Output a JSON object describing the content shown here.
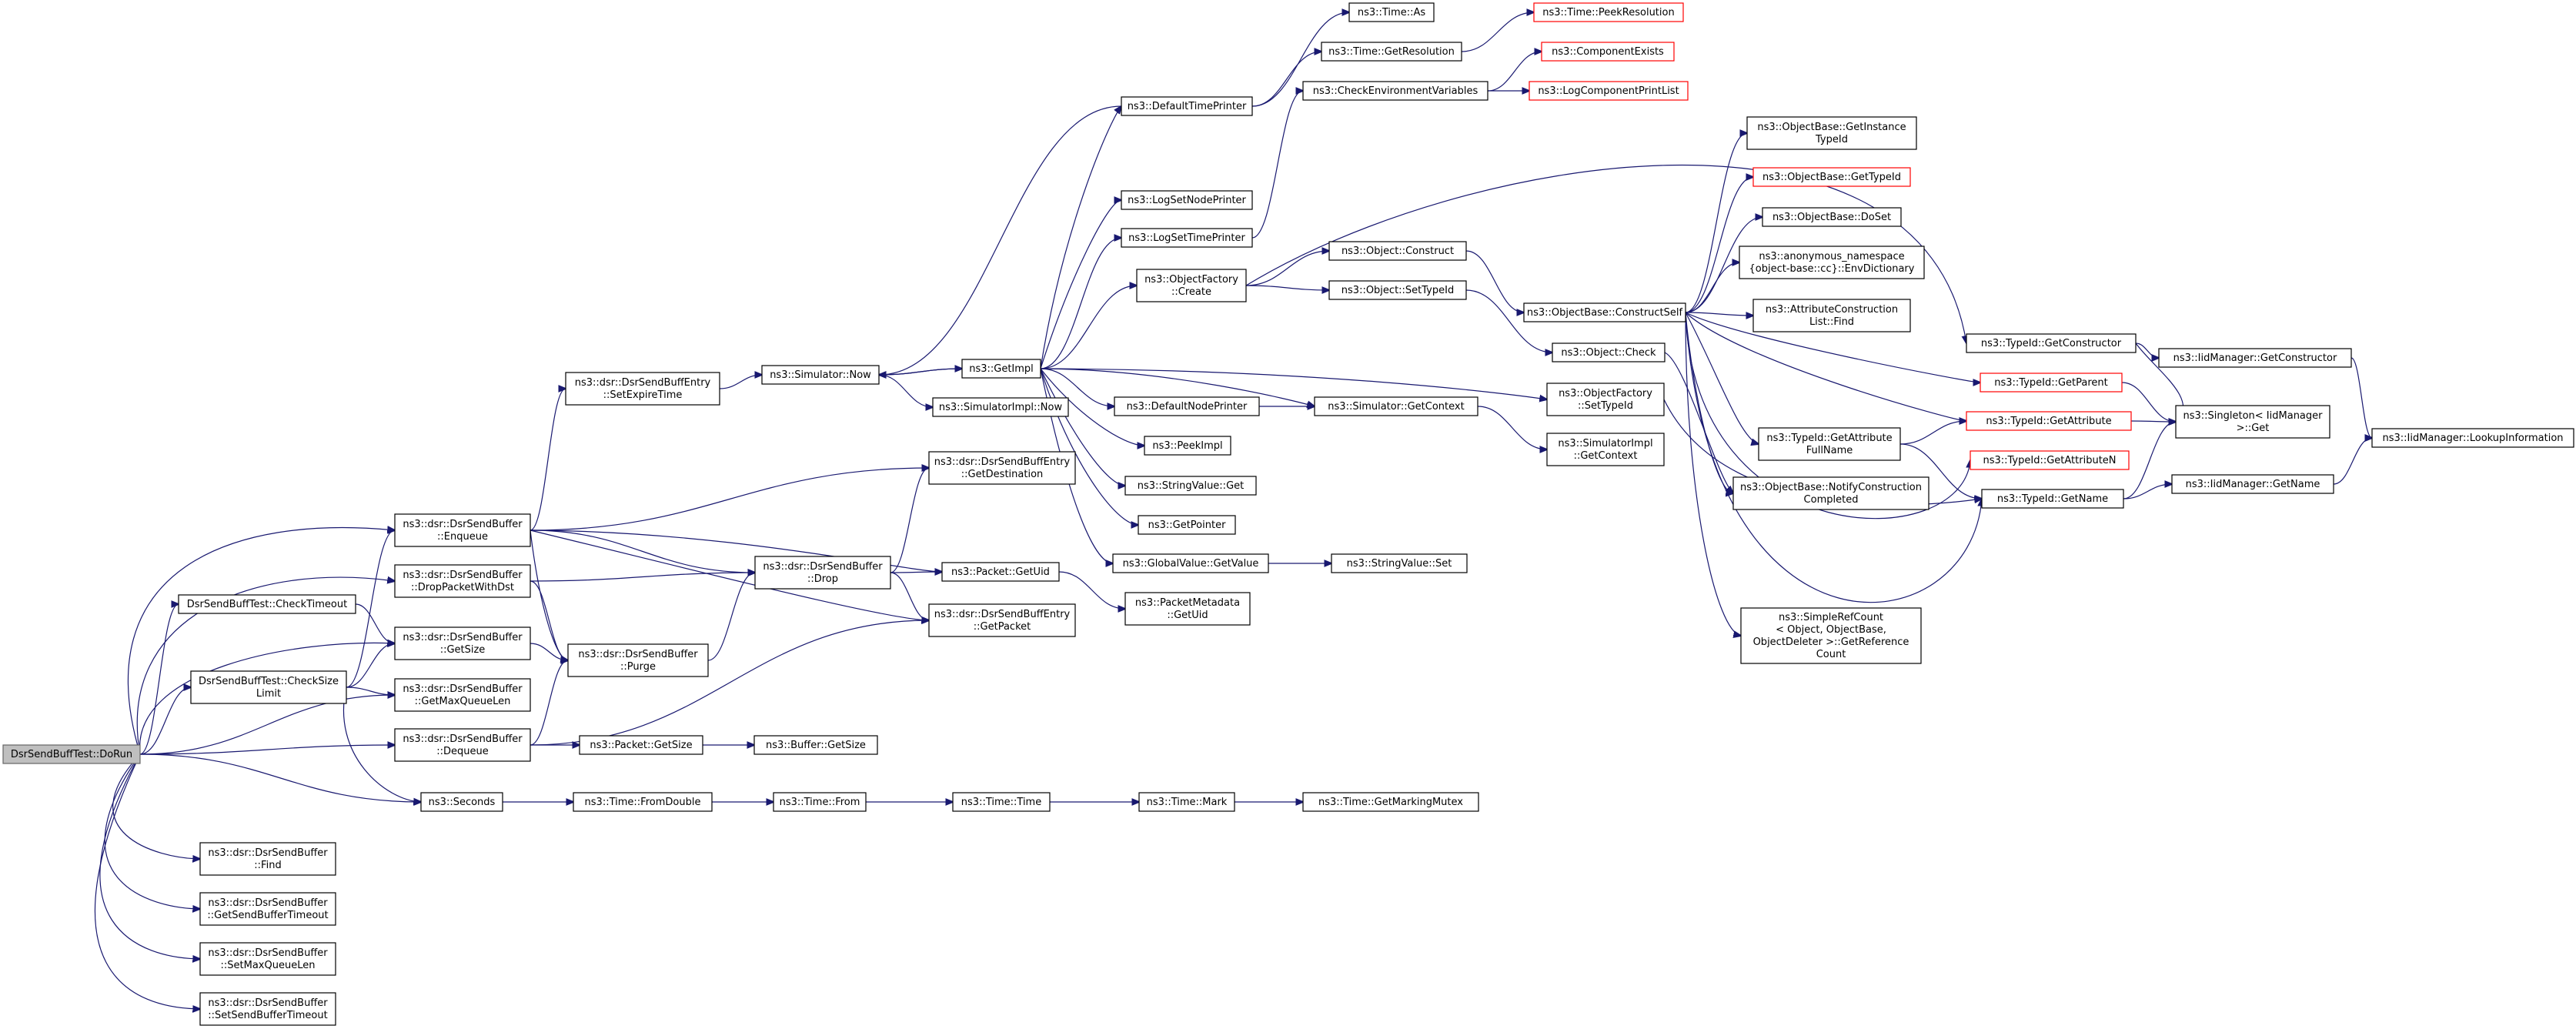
{
  "diagram": {
    "colors": {
      "edge": "#191970",
      "node_border": "#000000",
      "node_missing_border": "#ff0000",
      "root_fill": "#bfbfbf",
      "root_border": "#666666",
      "background": "#ffffff"
    },
    "nodes": [
      {
        "id": "dorun",
        "lines": [
          "DsrSendBuffTest::DoRun"
        ],
        "style": "root"
      },
      {
        "id": "checktimeout",
        "lines": [
          "DsrSendBuffTest::CheckTimeout"
        ]
      },
      {
        "id": "checksizelimit",
        "lines": [
          "DsrSendBuffTest::CheckSize",
          "Limit"
        ]
      },
      {
        "id": "enqueue",
        "lines": [
          "ns3::dsr::DsrSendBuffer",
          "::Enqueue"
        ]
      },
      {
        "id": "droppacketwithdst",
        "lines": [
          "ns3::dsr::DsrSendBuffer",
          "::DropPacketWithDst"
        ]
      },
      {
        "id": "getsize",
        "lines": [
          "ns3::dsr::DsrSendBuffer",
          "::GetSize"
        ]
      },
      {
        "id": "getmaxqueuelen",
        "lines": [
          "ns3::dsr::DsrSendBuffer",
          "::GetMaxQueueLen"
        ]
      },
      {
        "id": "dequeue",
        "lines": [
          "ns3::dsr::DsrSendBuffer",
          "::Dequeue"
        ]
      },
      {
        "id": "seconds",
        "lines": [
          "ns3::Seconds"
        ]
      },
      {
        "id": "find",
        "lines": [
          "ns3::dsr::DsrSendBuffer",
          "::Find"
        ]
      },
      {
        "id": "getsendbuffertimeout",
        "lines": [
          "ns3::dsr::DsrSendBuffer",
          "::GetSendBufferTimeout"
        ]
      },
      {
        "id": "setmaxqueuelen",
        "lines": [
          "ns3::dsr::DsrSendBuffer",
          "::SetMaxQueueLen"
        ]
      },
      {
        "id": "setsendbuffertimeout",
        "lines": [
          "ns3::dsr::DsrSendBuffer",
          "::SetSendBufferTimeout"
        ]
      },
      {
        "id": "setexpiretime",
        "lines": [
          "ns3::dsr::DsrSendBuffEntry",
          "::SetExpireTime"
        ]
      },
      {
        "id": "purge",
        "lines": [
          "ns3::dsr::DsrSendBuffer",
          "::Purge"
        ]
      },
      {
        "id": "drop",
        "lines": [
          "ns3::dsr::DsrSendBuffer",
          "::Drop"
        ]
      },
      {
        "id": "simnow",
        "lines": [
          "ns3::Simulator::Now"
        ]
      },
      {
        "id": "packetgetsize",
        "lines": [
          "ns3::Packet::GetSize"
        ]
      },
      {
        "id": "timefromdouble",
        "lines": [
          "ns3::Time::FromDouble"
        ]
      },
      {
        "id": "simimplnow",
        "lines": [
          "ns3::SimulatorImpl::Now"
        ]
      },
      {
        "id": "getdestination",
        "lines": [
          "ns3::dsr::DsrSendBuffEntry",
          "::GetDestination"
        ]
      },
      {
        "id": "packetgetuid",
        "lines": [
          "ns3::Packet::GetUid"
        ]
      },
      {
        "id": "getpacket",
        "lines": [
          "ns3::dsr::DsrSendBuffEntry",
          "::GetPacket"
        ]
      },
      {
        "id": "buffergetsize",
        "lines": [
          "ns3::Buffer::GetSize"
        ]
      },
      {
        "id": "timefrom",
        "lines": [
          "ns3::Time::From"
        ]
      },
      {
        "id": "getimpl",
        "lines": [
          "ns3::GetImpl"
        ]
      },
      {
        "id": "pmgetuid",
        "lines": [
          "ns3::PacketMetadata",
          "::GetUid"
        ]
      },
      {
        "id": "timetime",
        "lines": [
          "ns3::Time::Time"
        ]
      },
      {
        "id": "defaulttimeprinter",
        "lines": [
          "ns3::DefaultTimePrinter"
        ]
      },
      {
        "id": "logsetnodeprinter",
        "lines": [
          "ns3::LogSetNodePrinter"
        ]
      },
      {
        "id": "logsettimeprinter",
        "lines": [
          "ns3::LogSetTimePrinter"
        ]
      },
      {
        "id": "objfactorycreate",
        "lines": [
          "ns3::ObjectFactory",
          "::Create"
        ]
      },
      {
        "id": "defaultnodeprinter",
        "lines": [
          "ns3::DefaultNodePrinter"
        ]
      },
      {
        "id": "peekimpl",
        "lines": [
          "ns3::PeekImpl"
        ]
      },
      {
        "id": "stringvalueget",
        "lines": [
          "ns3::StringValue::Get"
        ]
      },
      {
        "id": "getpointer",
        "lines": [
          "ns3::GetPointer"
        ]
      },
      {
        "id": "globalvaluegetvalue",
        "lines": [
          "ns3::GlobalValue::GetValue"
        ]
      },
      {
        "id": "timemark",
        "lines": [
          "ns3::Time::Mark"
        ]
      },
      {
        "id": "timeas",
        "lines": [
          "ns3::Time::As"
        ]
      },
      {
        "id": "timegetresolution",
        "lines": [
          "ns3::Time::GetResolution"
        ]
      },
      {
        "id": "checkenvvars",
        "lines": [
          "ns3::CheckEnvironmentVariables"
        ]
      },
      {
        "id": "objectconstruct",
        "lines": [
          "ns3::Object::Construct"
        ]
      },
      {
        "id": "objectsettypeid",
        "lines": [
          "ns3::Object::SetTypeId"
        ]
      },
      {
        "id": "simgetcontext",
        "lines": [
          "ns3::Simulator::GetContext"
        ]
      },
      {
        "id": "stringvalueset",
        "lines": [
          "ns3::StringValue::Set"
        ]
      },
      {
        "id": "timegetmarkingmutex",
        "lines": [
          "ns3::Time::GetMarkingMutex"
        ]
      },
      {
        "id": "timepeekresolution",
        "lines": [
          "ns3::Time::PeekResolution"
        ],
        "style": "red"
      },
      {
        "id": "componentexists",
        "lines": [
          "ns3::ComponentExists"
        ],
        "style": "red"
      },
      {
        "id": "logcomponentprintlist",
        "lines": [
          "ns3::LogComponentPrintList"
        ],
        "style": "red"
      },
      {
        "id": "constructself",
        "lines": [
          "ns3::ObjectBase::ConstructSelf"
        ]
      },
      {
        "id": "objectcheck",
        "lines": [
          "ns3::Object::Check"
        ]
      },
      {
        "id": "objfactorysettypeid",
        "lines": [
          "ns3::ObjectFactory",
          "::SetTypeId"
        ]
      },
      {
        "id": "simimplgetcontext",
        "lines": [
          "ns3::SimulatorImpl",
          "::GetContext"
        ]
      },
      {
        "id": "getinstancetypeid",
        "lines": [
          "ns3::ObjectBase::GetInstance",
          "TypeId"
        ]
      },
      {
        "id": "objbasegettypeid",
        "lines": [
          "ns3::ObjectBase::GetTypeId"
        ],
        "style": "red"
      },
      {
        "id": "objbasedoset",
        "lines": [
          "ns3::ObjectBase::DoSet"
        ]
      },
      {
        "id": "envdictionary",
        "lines": [
          "ns3::anonymous_namespace",
          "{object-base::cc}::EnvDictionary"
        ]
      },
      {
        "id": "attrconstructfind",
        "lines": [
          "ns3::AttributeConstruction",
          "List::Find"
        ]
      },
      {
        "id": "getattributefullname",
        "lines": [
          "ns3::TypeId::GetAttribute",
          "FullName"
        ]
      },
      {
        "id": "notifyconstructioncompleted",
        "lines": [
          "ns3::ObjectBase::NotifyConstruction",
          "Completed"
        ]
      },
      {
        "id": "simplerefcount",
        "lines": [
          "ns3::SimpleRefCount",
          "< Object, ObjectBase,",
          "ObjectDeleter >::GetReference",
          "Count"
        ]
      },
      {
        "id": "typeidgetconstructor",
        "lines": [
          "ns3::TypeId::GetConstructor"
        ]
      },
      {
        "id": "typeidgetparent",
        "lines": [
          "ns3::TypeId::GetParent"
        ],
        "style": "red"
      },
      {
        "id": "typeidgetattribute",
        "lines": [
          "ns3::TypeId::GetAttribute"
        ],
        "style": "red"
      },
      {
        "id": "typeidgetattributen",
        "lines": [
          "ns3::TypeId::GetAttributeN"
        ],
        "style": "red"
      },
      {
        "id": "typeidgetname",
        "lines": [
          "ns3::TypeId::GetName"
        ]
      },
      {
        "id": "iidmgrgetconstructor",
        "lines": [
          "ns3::IidManager::GetConstructor"
        ]
      },
      {
        "id": "singletonget",
        "lines": [
          "ns3::Singleton< IidManager",
          ">::Get"
        ]
      },
      {
        "id": "iidmgrgetname",
        "lines": [
          "ns3::IidManager::GetName"
        ]
      },
      {
        "id": "iidmgrlookupinfo",
        "lines": [
          "ns3::IidManager::LookupInformation"
        ]
      }
    ],
    "edges": [
      [
        "dorun",
        "enqueue"
      ],
      [
        "dorun",
        "droppacketwithdst"
      ],
      [
        "dorun",
        "getsize"
      ],
      [
        "dorun",
        "checktimeout"
      ],
      [
        "dorun",
        "checksizelimit"
      ],
      [
        "dorun",
        "getmaxqueuelen"
      ],
      [
        "dorun",
        "dequeue"
      ],
      [
        "dorun",
        "seconds"
      ],
      [
        "dorun",
        "find"
      ],
      [
        "dorun",
        "getsendbuffertimeout"
      ],
      [
        "dorun",
        "setmaxqueuelen"
      ],
      [
        "dorun",
        "setsendbuffertimeout"
      ],
      [
        "checktimeout",
        "getsize"
      ],
      [
        "checksizelimit",
        "enqueue"
      ],
      [
        "checksizelimit",
        "getsize"
      ],
      [
        "checksizelimit",
        "getmaxqueuelen"
      ],
      [
        "checksizelimit",
        "seconds"
      ],
      [
        "enqueue",
        "setexpiretime"
      ],
      [
        "enqueue",
        "getdestination"
      ],
      [
        "enqueue",
        "drop"
      ],
      [
        "enqueue",
        "packetgetuid"
      ],
      [
        "enqueue",
        "getpacket"
      ],
      [
        "enqueue",
        "purge"
      ],
      [
        "droppacketwithdst",
        "drop"
      ],
      [
        "droppacketwithdst",
        "purge"
      ],
      [
        "getsize",
        "purge"
      ],
      [
        "dequeue",
        "purge"
      ],
      [
        "dequeue",
        "getpacket"
      ],
      [
        "dequeue",
        "packetgetsize"
      ],
      [
        "seconds",
        "timefromdouble"
      ],
      [
        "setexpiretime",
        "simnow"
      ],
      [
        "purge",
        "drop"
      ],
      [
        "drop",
        "getdestination"
      ],
      [
        "drop",
        "packetgetuid"
      ],
      [
        "drop",
        "getpacket"
      ],
      [
        "simnow",
        "getimpl"
      ],
      [
        "simnow",
        "simimplnow"
      ],
      [
        "packetgetsize",
        "buffergetsize"
      ],
      [
        "timefromdouble",
        "timefrom"
      ],
      [
        "packetgetuid",
        "pmgetuid"
      ],
      [
        "timefrom",
        "timetime"
      ],
      [
        "timetime",
        "timemark"
      ],
      [
        "timemark",
        "timegetmarkingmutex"
      ],
      [
        "getimpl",
        "simnow"
      ],
      [
        "getimpl",
        "defaulttimeprinter"
      ],
      [
        "getimpl",
        "logsetnodeprinter"
      ],
      [
        "getimpl",
        "logsettimeprinter"
      ],
      [
        "getimpl",
        "objfactorycreate"
      ],
      [
        "getimpl",
        "defaultnodeprinter"
      ],
      [
        "getimpl",
        "peekimpl"
      ],
      [
        "getimpl",
        "stringvalueget"
      ],
      [
        "getimpl",
        "getpointer"
      ],
      [
        "getimpl",
        "globalvaluegetvalue"
      ],
      [
        "getimpl",
        "objfactorysettypeid"
      ],
      [
        "getimpl",
        "simgetcontext"
      ],
      [
        "defaulttimeprinter",
        "simnow"
      ],
      [
        "defaulttimeprinter",
        "timeas"
      ],
      [
        "defaulttimeprinter",
        "timegetresolution"
      ],
      [
        "timegetresolution",
        "timepeekresolution"
      ],
      [
        "logsettimeprinter",
        "checkenvvars"
      ],
      [
        "checkenvvars",
        "componentexists"
      ],
      [
        "checkenvvars",
        "logcomponentprintlist"
      ],
      [
        "objfactorycreate",
        "objectconstruct"
      ],
      [
        "objfactorycreate",
        "objectsettypeid"
      ],
      [
        "objfactorycreate",
        "typeidgetconstructor"
      ],
      [
        "objectconstruct",
        "constructself"
      ],
      [
        "objectsettypeid",
        "objectcheck"
      ],
      [
        "defaultnodeprinter",
        "simgetcontext"
      ],
      [
        "simgetcontext",
        "simimplgetcontext"
      ],
      [
        "globalvaluegetvalue",
        "stringvalueset"
      ],
      [
        "objectcheck",
        "notifyconstructioncompleted"
      ],
      [
        "objfactorysettypeid",
        "typeidgetname"
      ],
      [
        "constructself",
        "getinstancetypeid"
      ],
      [
        "constructself",
        "objbasegettypeid"
      ],
      [
        "constructself",
        "objbasedoset"
      ],
      [
        "constructself",
        "envdictionary"
      ],
      [
        "constructself",
        "attrconstructfind"
      ],
      [
        "constructself",
        "getattributefullname"
      ],
      [
        "constructself",
        "notifyconstructioncompleted"
      ],
      [
        "constructself",
        "simplerefcount"
      ],
      [
        "constructself",
        "typeidgetparent"
      ],
      [
        "constructself",
        "typeidgetattribute"
      ],
      [
        "constructself",
        "typeidgetattributen"
      ],
      [
        "constructself",
        "typeidgetname"
      ],
      [
        "getattributefullname",
        "typeidgetattribute"
      ],
      [
        "getattributefullname",
        "typeidgetname"
      ],
      [
        "typeidgetconstructor",
        "iidmgrgetconstructor"
      ],
      [
        "typeidgetconstructor",
        "singletonget"
      ],
      [
        "typeidgetparent",
        "singletonget"
      ],
      [
        "typeidgetattribute",
        "singletonget"
      ],
      [
        "typeidgetname",
        "singletonget"
      ],
      [
        "typeidgetname",
        "iidmgrgetname"
      ],
      [
        "iidmgrgetconstructor",
        "iidmgrlookupinfo"
      ],
      [
        "iidmgrgetname",
        "iidmgrlookupinfo"
      ]
    ]
  }
}
